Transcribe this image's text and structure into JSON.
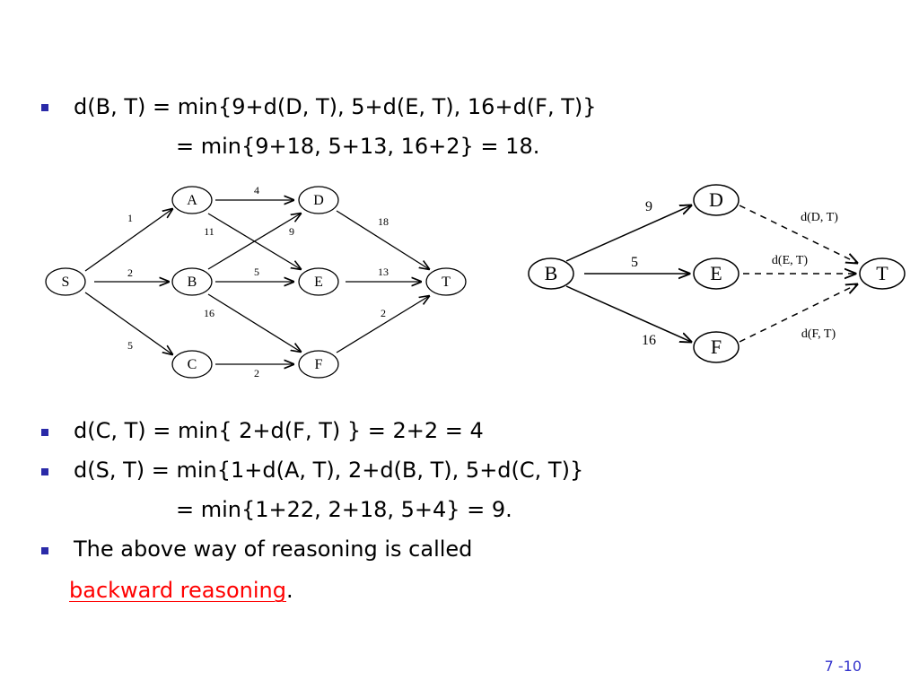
{
  "bullets_top": {
    "line1": "d(B, T) = min{9+d(D, T), 5+d(E, T), 16+d(F, T)}",
    "line2": "= min{9+18, 5+13, 16+2} = 18."
  },
  "bullets_bottom": {
    "line1": "d(C, T) = min{ 2+d(F, T) } = 2+2 = 4",
    "line2": "d(S, T) = min{1+d(A, T), 2+d(B, T), 5+d(C, T)}",
    "line3": "= min{1+22, 2+18, 5+4} = 9.",
    "line4": "The above way of reasoning is called",
    "line5_red": "backward reasoning",
    "line5_tail": "."
  },
  "page_number": "7 -10",
  "colors": {
    "bullet": "#2a2aa8",
    "highlight": "#ff0000",
    "page_number": "#3333cc"
  },
  "graph1": {
    "nodes": [
      "S",
      "A",
      "B",
      "C",
      "D",
      "E",
      "F",
      "T"
    ],
    "weights": {
      "S_A": "1",
      "S_B": "2",
      "S_C": "5",
      "A_D": "4",
      "A_E": "11",
      "B_D": "9",
      "B_E": "5",
      "B_F": "16",
      "C_F": "2",
      "D_T": "18",
      "E_T": "13",
      "F_T": "2"
    }
  },
  "graph2": {
    "nodes": [
      "B",
      "D",
      "E",
      "F",
      "T"
    ],
    "weights": {
      "B_D": "9",
      "B_E": "5",
      "B_F": "16"
    },
    "dashed_labels": {
      "D_T": "d(D, T)",
      "E_T": "d(E, T)",
      "F_T": "d(F, T)"
    }
  }
}
